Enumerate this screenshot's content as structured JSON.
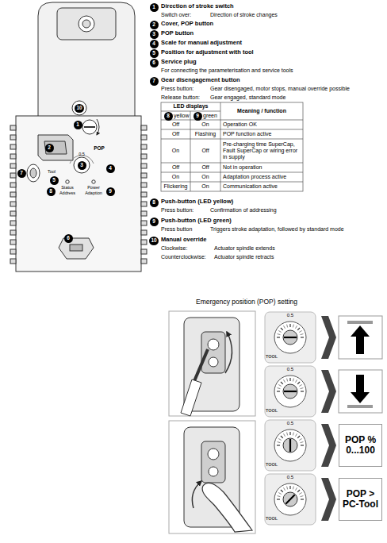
{
  "diagram": {
    "nodes": [
      {
        "text": [
          "POP % 0...100"
        ]
      },
      {
        "text": [
          "POP > PC-Tool"
        ]
      }
    ],
    "labels": [
      "10",
      "1",
      "2",
      "0.5",
      "POP",
      "3",
      "4",
      "Tool",
      "5",
      "7",
      "8",
      "Status",
      "Address",
      "Power",
      "Adaption",
      "9",
      "6",
      "1",
      "Direction of stroke switch",
      "Switch over:",
      "Direction of stroke changes",
      "2",
      "Cover, POP button",
      "3",
      "POP button",
      "4",
      "Scale for manual adjustment",
      "5",
      "Position for adjustment with tool",
      "6",
      "Service plug",
      "For connecting the parameterisation and service tools",
      "7",
      "Gear disengagement button",
      "Press button:",
      "Gear disengaged, motor stops, manual override possible",
      "Release button:",
      "Gear engaged, standard mode",
      "LED displays",
      "Meaning / function",
      "8",
      "yellow",
      "9",
      "green",
      "Off",
      "On",
      "Operation OK",
      "Off",
      "Flashing",
      "POP function active",
      "On",
      "Off",
      "Pre-charging time SuperCap, Fault SuperCap or wiring error in supply",
      "Off",
      "Off",
      "Not in operation",
      "On",
      "On",
      "Adaptation process active",
      "Flickering",
      "On",
      "Communication active",
      "8",
      "Push-button (LED yellow)",
      "Press button:",
      "Confirmation of addressing",
      "9",
      "Push-button (LED green)",
      "Press button",
      "Triggers stroke adaptation, followed by standard mode",
      "10",
      "Manual override",
      "Clockwise:",
      "Actuator spindle extends",
      "Counterclockwise:",
      "Actuator spindle retracts",
      "Emergency position (POP) setting",
      "0.5",
      "TOOL",
      "0.5",
      "TOOL",
      "0.5",
      "TOOL",
      "0.5",
      "TOOL"
    ]
  }
}
